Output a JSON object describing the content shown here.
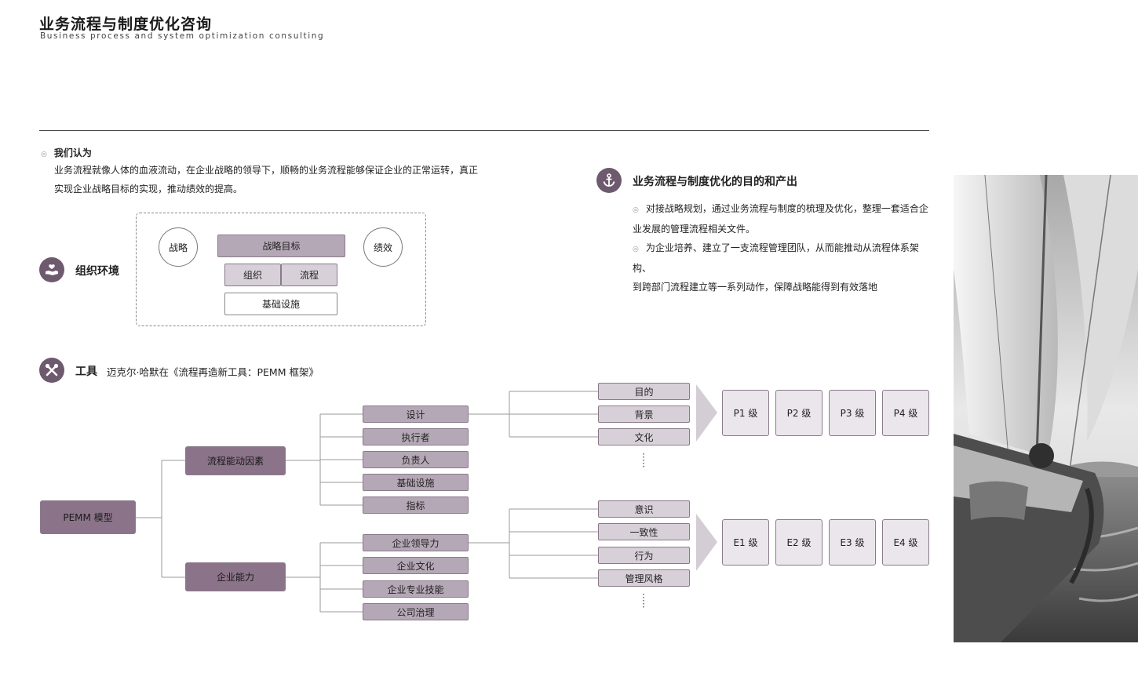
{
  "header": {
    "title": "业务流程与制度优化咨询",
    "subtitle": "Business process and system optimization consulting"
  },
  "intro": {
    "heading": "我们认为",
    "body_line1": "业务流程就像人体的血液流动，在企业战略的领导下，顺畅的业务流程能够保证企业的正常运转，真正",
    "body_line2": "实现企业战略目标的实现，推动绩效的提高。"
  },
  "org_env": {
    "label": "组织环境",
    "icon": "hand-heart-icon",
    "strategy": "战略",
    "strategy_goal": "战略目标",
    "performance": "绩效",
    "organization": "组织",
    "process": "流程",
    "infrastructure": "基础设施"
  },
  "purpose": {
    "icon": "anchor-icon",
    "heading": "业务流程与制度优化的目的和产出",
    "item1_line1": "对接战略规划，通过业务流程与制度的梳理及优化，整理一套适合企",
    "item1_line2": "业发展的管理流程相关文件。",
    "item2_line1": "为企业培养、建立了一支流程管理团队，从而能推动从流程体系架构、",
    "item2_line2": "到跨部门流程建立等一系列动作，保障战略能得到有效落地"
  },
  "tools": {
    "icon": "tools-icon",
    "label": "工具",
    "reference": "迈克尔·哈默在《流程再造新工具：PEMM 框架》"
  },
  "pemm": {
    "root": "PEMM 模型",
    "process_enablers": {
      "label": "流程能动因素",
      "items": [
        "设计",
        "执行者",
        "负责人",
        "基础设施",
        "指标"
      ],
      "sub": [
        "目的",
        "背景",
        "文化"
      ],
      "levels": [
        "P1 级",
        "P2 级",
        "P3 级",
        "P4 级"
      ]
    },
    "enterprise_capabilities": {
      "label": "企业能力",
      "items": [
        "企业领导力",
        "企业文化",
        "企业专业技能",
        "公司治理"
      ],
      "sub": [
        "意识",
        "一致性",
        "行为",
        "管理风格"
      ],
      "levels": [
        "E1 级",
        "E2 级",
        "E3 级",
        "E4 级"
      ]
    }
  },
  "colors": {
    "icon_bg": "#6e5a6e",
    "dark_box": "#8b7489",
    "mid_box": "#b5a8b6",
    "light_box": "#d8d0d9",
    "level_box": "#ebe6ec"
  }
}
